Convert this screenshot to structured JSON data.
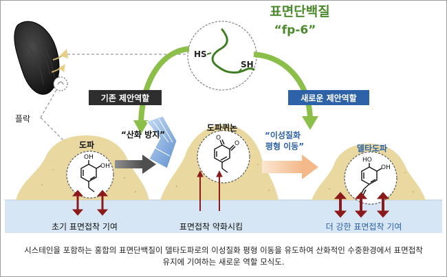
{
  "title": "표면단백질",
  "subtitle": "“fp-6”",
  "thiol_left": "HS",
  "thiol_right": "SH",
  "badge_existing": "기존 제안역할",
  "badge_new": "새로운 제안역할",
  "plaque_label": "플락",
  "dopa_label": "도파",
  "dopaquinone_label": "도파퀴논",
  "deltadopa_label": "델타도파",
  "antioxidant_label": "“산화 방지”",
  "isomerization_line1": "“이성질화",
  "isomerization_line2": "평형 이동”",
  "bottom_left": "초기 표면접착 기여",
  "bottom_mid": "표면접착 약화시킴",
  "bottom_right": "더 강한 표면접착 기여",
  "caption_line1": "시스테인을 포함하는 홍합의 표면단백질이 델타도파로의 이성질화 평형 이동을 유도하여 산화적인 수중환경에서 표면접착",
  "caption_line2": "유지에 기여하는 새로운 역할 모식도.",
  "atom_oh": "OH",
  "atom_ho": "HO",
  "atom_o": "O",
  "colors": {
    "title_green": "#4a8a2a",
    "badge_dark": "#2e2e2e",
    "badge_blue": "#2d62a8",
    "plaque_fill": "#e9d9a0",
    "surface_blue": "#d7e6f4",
    "arrow_red": "#8b1a1a",
    "arrow_green": "#8cbf4a",
    "chain_green": "#3f7d22",
    "blue_text": "#2d62a8"
  }
}
